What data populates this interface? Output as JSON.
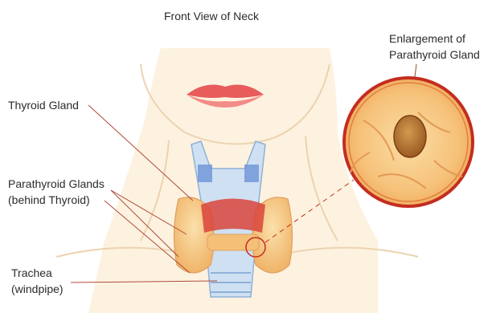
{
  "diagram": {
    "title": "Front View of Neck",
    "labels": {
      "thyroid": "Thyroid Gland",
      "parathyroid_line1": "Parathyroid Glands",
      "parathyroid_line2": "(behind Thyroid)",
      "trachea_line1": "Trachea",
      "trachea_line2": "(windpipe)",
      "enlarge_line1": "Enlargement of",
      "enlarge_line2": "Parathyroid Gland"
    },
    "colors": {
      "skin": "#fbe9cc",
      "outline": "#e8c69c",
      "lips": "#ef6f6c",
      "thyroid": "#f6c583",
      "trachea": "#bcd2ec",
      "muscle": "#d9443c",
      "leader": "#b04a3a",
      "lens_rim": "#c42d1f"
    }
  }
}
